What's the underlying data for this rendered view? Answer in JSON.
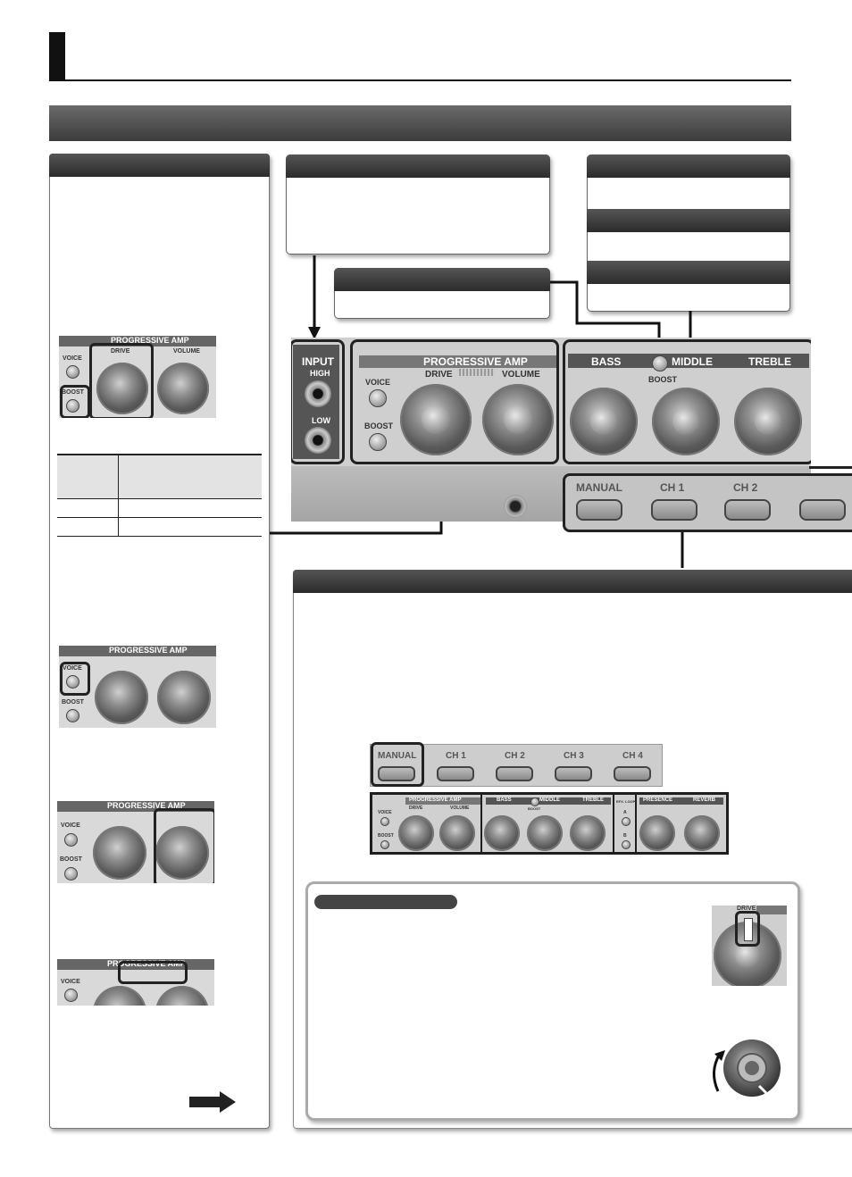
{
  "amp_faceplate": {
    "input_title": "INPUT",
    "input_high": "HIGH",
    "input_low": "LOW",
    "prog_amp_title": "PROGRESSIVE AMP",
    "drive": "DRIVE",
    "volume": "VOLUME",
    "voice": "VOICE",
    "boost": "BOOST",
    "bass": "BASS",
    "middle": "MIDDLE",
    "treble": "TREBLE",
    "middle_boost": "BOOST"
  },
  "channel_strip": {
    "manual": "MANUAL",
    "ch1": "CH 1",
    "ch2": "CH 2",
    "ch3": "CH 3",
    "ch4": "CH 4"
  },
  "left_panel_images": {
    "img1_title": "PROGRESSIVE AMP",
    "img2_title": "PROGRESSIVE AMP",
    "img3_title": "PROGRESSIVE AMP",
    "img4_title": "PROGRESSIVE AMP"
  },
  "full_panel": {
    "prog_amp": "PROGRESSIVE AMP",
    "drive": "DRIVE",
    "volume": "VOLUME",
    "voice": "VOICE",
    "boost": "BOOST",
    "bass": "BASS",
    "middle": "MIDDLE",
    "middle_boost": "BOOST",
    "treble": "TREBLE",
    "efx_loop": "EFX. LOOP",
    "loop_a": "A",
    "loop_b": "B",
    "presence": "PRESENCE",
    "reverb": "REVERB"
  },
  "knob_detail": {
    "drive_label": "DRIVE"
  }
}
